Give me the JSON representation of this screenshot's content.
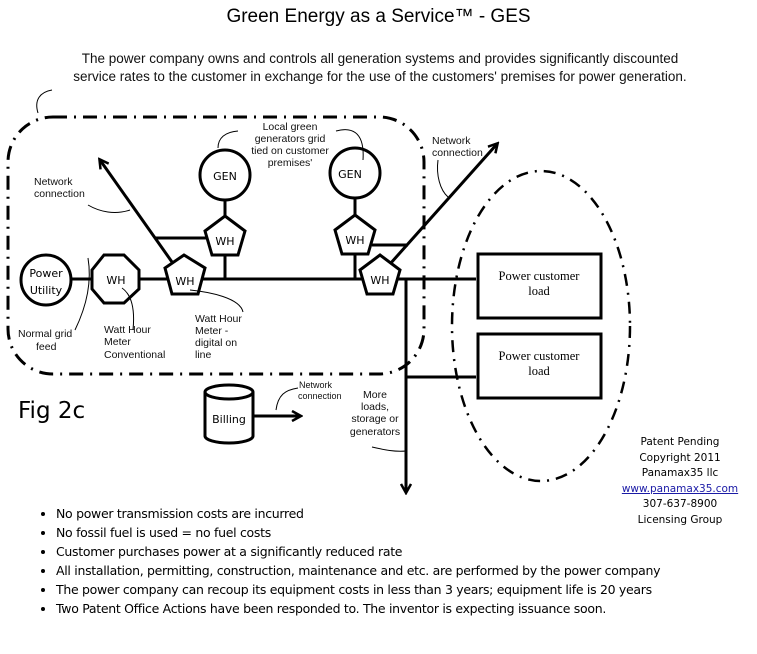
{
  "title": "Green Energy as a Service™ - GES",
  "subtitle_line1": "The power company owns and controls all generation systems and provides significantly discounted",
  "subtitle_line2": "service rates to the customer in exchange for the use of the customers' premises for power generation.",
  "diagram": {
    "power_utility_line1": "Power",
    "power_utility_line2": "Utility",
    "normal_grid_feed_line1": "Normal grid",
    "normal_grid_feed_line2": "feed",
    "wh_label": "WH",
    "gen_label": "GEN",
    "watt_hour_conventional": [
      "Watt Hour",
      "Meter",
      "Conventional"
    ],
    "watt_hour_digital": [
      "Watt Hour",
      "Meter -",
      "digital on",
      "line"
    ],
    "local_green_generators": [
      "Local green",
      "generators grid",
      "tied on customer",
      "premises'"
    ],
    "network_connection_left": [
      "Network",
      "connection"
    ],
    "network_connection_right": [
      "Network",
      "connection"
    ],
    "network_connection_billing": [
      "Network",
      "connection"
    ],
    "customer_load_1": [
      "Power customer",
      "load"
    ],
    "customer_load_2": [
      "Power customer",
      "load"
    ],
    "billing_label": "Billing",
    "more_loads": [
      "More",
      "loads,",
      "storage or",
      "generators"
    ]
  },
  "figure_label": "Fig 2c",
  "patent_block": {
    "line1": "Patent Pending",
    "line2": "Copyright 2011",
    "line3": "Panamax35 llc",
    "link": "www.panamax35.com",
    "phone": "307-637-8900",
    "line6": "Licensing Group"
  },
  "bullets": [
    "No power transmission costs are incurred",
    "No fossil fuel is used = no fuel costs",
    "Customer purchases power at a significantly reduced rate",
    "All installation, permitting, construction, maintenance and etc. are performed by the power company",
    "The power company can recoup its equipment costs in less than 3 years; equipment life is 20 years",
    "Two Patent Office Actions have been responded to. The inventor is expecting issuance soon."
  ]
}
